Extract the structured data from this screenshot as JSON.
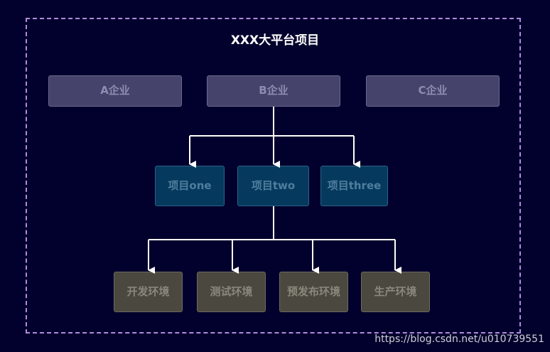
{
  "title": "XXX大平台项目",
  "companies": [
    "A企业",
    "B企业",
    "C企业"
  ],
  "projects": [
    "项目one",
    "项目two",
    "项目three"
  ],
  "environments": [
    "开发环境",
    "测试环境",
    "预发布环境",
    "生产环境"
  ],
  "watermark": "https://blog.csdn.net/u010739551",
  "colors": {
    "background": "#02002c",
    "frame_border": "#b08ae0",
    "company_fill": "#45436b",
    "project_fill": "#053a5e",
    "environment_fill": "#4b4840",
    "connector": "#ffffff"
  }
}
